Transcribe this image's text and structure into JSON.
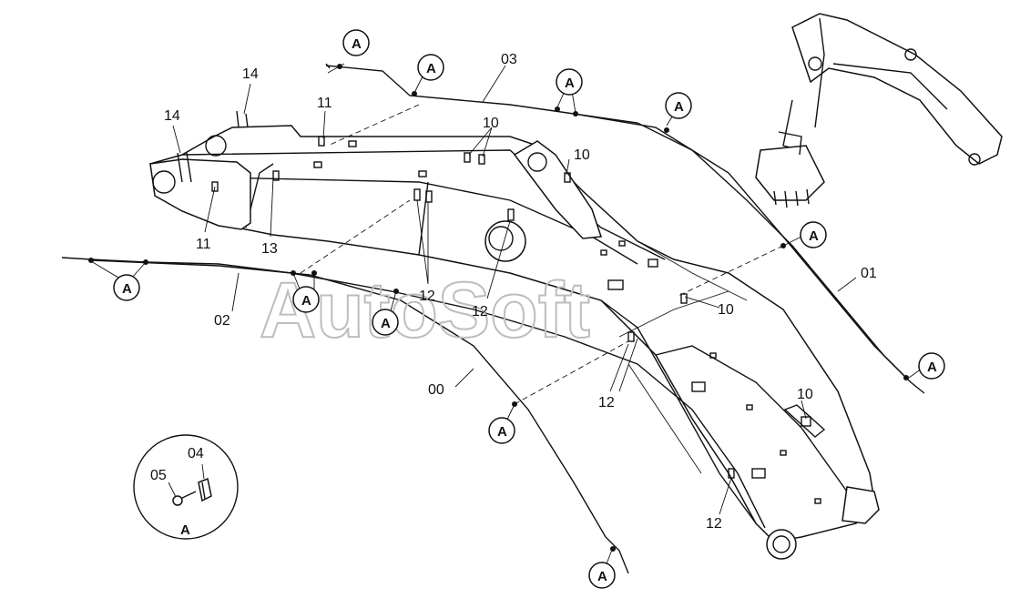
{
  "watermark": "AutoSoft",
  "callouts": {
    "l14a": "14",
    "l14b": "14",
    "l11a": "11",
    "l11b": "11",
    "l13": "13",
    "l03": "03",
    "l10a": "10",
    "l10b": "10",
    "l10c": "10",
    "l10d": "10",
    "l12a": "12",
    "l12b": "12",
    "l12c": "12",
    "l12d": "12",
    "l02": "02",
    "l00": "00",
    "l01": "01",
    "l04": "04",
    "l05": "05",
    "detail": "A"
  },
  "markers": [
    {
      "id": "m1",
      "text": "A"
    },
    {
      "id": "m2",
      "text": "A"
    },
    {
      "id": "m3",
      "text": "A"
    },
    {
      "id": "m4",
      "text": "A"
    },
    {
      "id": "m5",
      "text": "A"
    },
    {
      "id": "m6",
      "text": "A"
    },
    {
      "id": "m7",
      "text": "A"
    },
    {
      "id": "m8",
      "text": "A"
    },
    {
      "id": "m9",
      "text": "A"
    },
    {
      "id": "m10",
      "text": "A"
    },
    {
      "id": "m11",
      "text": "A"
    },
    {
      "id": "m12",
      "text": "A"
    }
  ]
}
